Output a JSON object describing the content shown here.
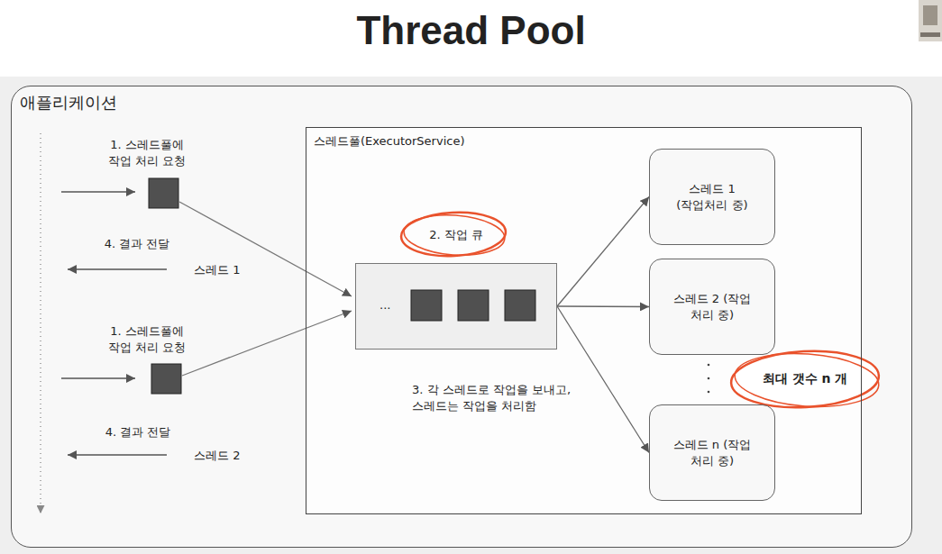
{
  "diagram": {
    "title": "Thread Pool",
    "nodes": [
      {
        "text": [
          "애플리케이션"
        ]
      },
      {
        "text": [
          "스레드풀(ExecutorService)"
        ],
        "in": 0
      },
      {
        "text": [
          "2. 작업 큐",
          "..."
        ],
        "in": 1
      },
      {
        "text": [
          "스레드 1 (작업처리 중)"
        ],
        "in": 1
      },
      {
        "text": [
          "스레드 2 (작업 처리 중)"
        ],
        "in": 1
      },
      {
        "text": [
          "스레드 n (작업 처리 중)"
        ],
        "in": 1
      }
    ],
    "edges": [
      {
        "from": 2,
        "to": 3,
        "arrow": "to"
      },
      {
        "from": 2,
        "to": 4,
        "arrow": "to"
      },
      {
        "from": 2,
        "to": 5,
        "arrow": "to"
      }
    ],
    "labels": [
      "1. 스레드풀에 작업 처리 요청",
      "4. 결과 전달",
      "스레드 1",
      "1. 스레드풀에 작업 처리 요청",
      "4. 결과 전달",
      "스레드 2",
      "3. 각 스레드로 작업을 보내고, 스레드는 작업을 처리함",
      "최대 갯수 n 개"
    ]
  }
}
